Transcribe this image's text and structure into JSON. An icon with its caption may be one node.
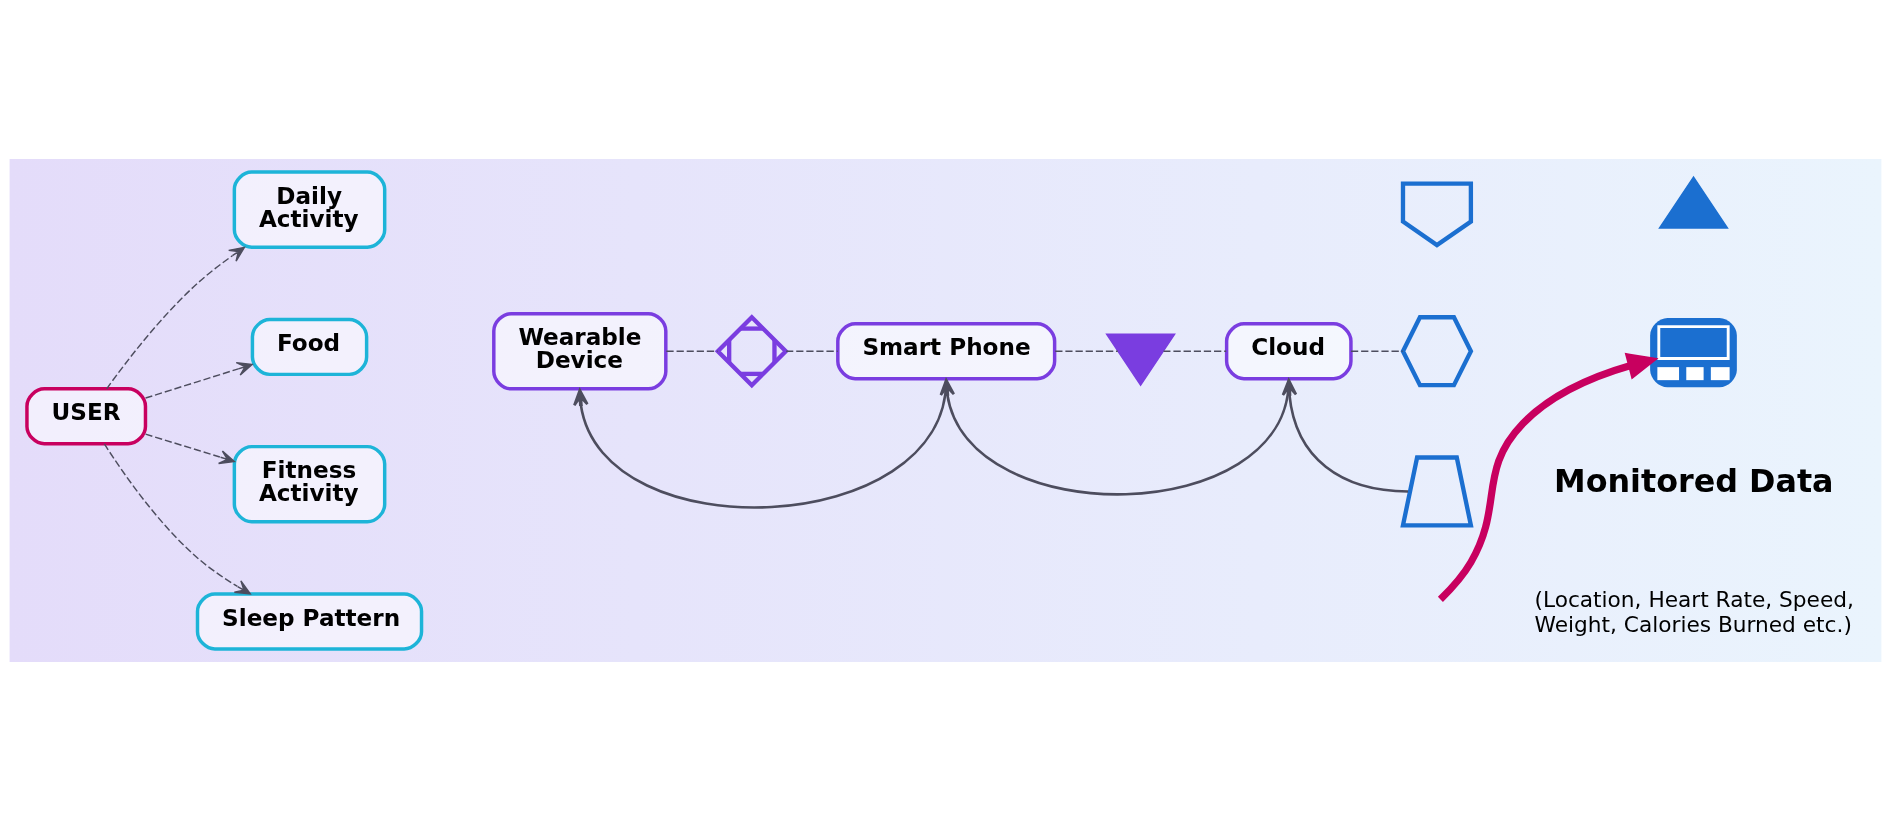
{
  "diagram": {
    "nodes": [
      {
        "text": [
          "USER"
        ]
      },
      {
        "text": [
          "Daily Activity"
        ]
      },
      {
        "text": [
          "Food"
        ]
      },
      {
        "text": [
          "Fitness Activity"
        ]
      },
      {
        "text": [
          "Sleep Pattern"
        ]
      },
      {
        "text": [
          "Wearable Device"
        ]
      },
      {
        "text": [],
        "shape": "picture"
      },
      {
        "text": [
          "Smart Phone"
        ]
      },
      {
        "text": [],
        "shape": "picture"
      },
      {
        "text": [
          "Cloud"
        ]
      },
      {
        "text": [],
        "shape": "picture"
      },
      {
        "text": [],
        "shape": "picture"
      },
      {
        "text": [],
        "shape": "picture"
      },
      {
        "text": [],
        "shape": "picture"
      },
      {
        "text": [],
        "shape": "picture"
      }
    ],
    "edges": [
      {
        "from": 0,
        "to": 1,
        "arrow": "to",
        "style": "dashed"
      },
      {
        "from": 0,
        "to": 2,
        "arrow": "to",
        "style": "dashed"
      },
      {
        "from": 0,
        "to": 3,
        "arrow": "to",
        "style": "dashed"
      },
      {
        "from": 0,
        "to": 4,
        "arrow": "to",
        "style": "dashed"
      },
      {
        "from": 5,
        "to": 6,
        "arrow": "none",
        "style": "dashed"
      },
      {
        "from": 6,
        "to": 7,
        "arrow": "none",
        "style": "dashed"
      },
      {
        "from": 7,
        "to": 8,
        "arrow": "none",
        "style": "dashed"
      },
      {
        "from": 8,
        "to": 9,
        "arrow": "none",
        "style": "dashed"
      },
      {
        "from": 9,
        "to": 12,
        "arrow": "none",
        "style": "dashed"
      },
      {
        "from": 13,
        "to": 9,
        "arrow": "to"
      },
      {
        "from": 9,
        "to": 7,
        "arrow": "to"
      },
      {
        "from": 7,
        "to": 5,
        "arrow": "to"
      },
      {
        "from": null,
        "to": 14,
        "arrow": "to",
        "style": "thick",
        "color": "#c8005f"
      }
    ],
    "labels": [
      "Monitored Data",
      "(Location, Heart Rate, Speed, Weight, Calories Burned etc.)"
    ]
  }
}
